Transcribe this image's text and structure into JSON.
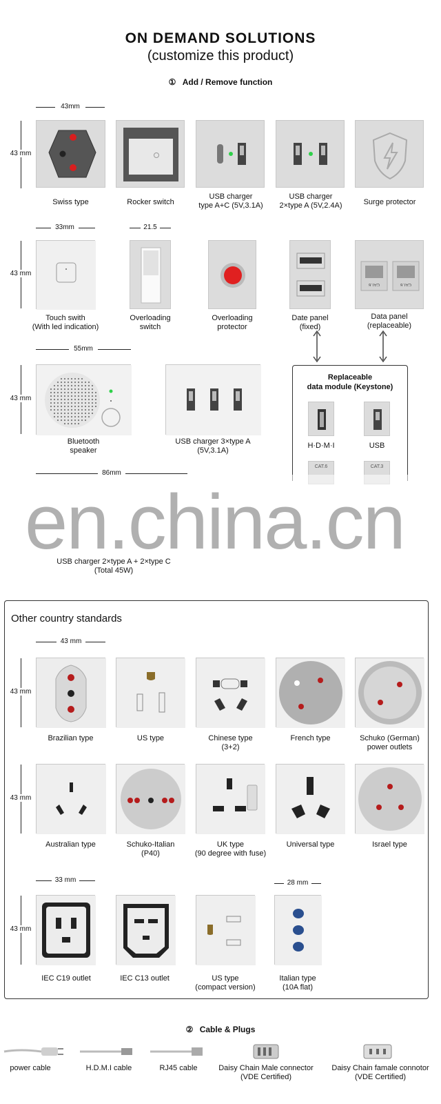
{
  "header": {
    "title": "ON DEMAND SOLUTIONS",
    "subtitle": "(customize this product)",
    "step1_num": "①",
    "step1_label": "Add / Remove function"
  },
  "dims": {
    "d43": "43mm",
    "d43v": "43 mm",
    "d33": "33mm",
    "d21": "21.5",
    "d55": "55mm",
    "d86": "86mm",
    "d43b": "43 mm",
    "d33b": "33 mm",
    "d28": "28 mm"
  },
  "functions": [
    {
      "label": "Swiss type"
    },
    {
      "label": "Rocker switch"
    },
    {
      "label": "USB charger\ntype A+C (5V,3.1A)"
    },
    {
      "label": "USB charger\n2×type A (5V,2.4A)"
    },
    {
      "label": "Surge protector"
    },
    {
      "label": "Touch swith\n(With led indication)"
    },
    {
      "label": "Overloading\nswitch"
    },
    {
      "label": "Overloading\nprotector"
    },
    {
      "label": "Date panel\n(fixed)"
    },
    {
      "label": "Data panel\n(replaceable)"
    },
    {
      "label": "Bluetooth\nspeaker"
    },
    {
      "label": "USB charger 3×type A\n(5V,3.1A)"
    },
    {
      "label": "USB charger 2×type A + 2×type C\n(Total 45W)"
    }
  ],
  "keystone": {
    "title": "Replaceable\ndata module (Keystone)",
    "hdmi": "H·D·M·I",
    "usb": "USB",
    "cat6": "CAT.6",
    "cat3": "CAT.3",
    "cat6_port": "CAT.6"
  },
  "watermark": "en.china.cn",
  "countries": {
    "title": "Other country standards",
    "items": [
      {
        "label": "Brazilian type"
      },
      {
        "label": "US type"
      },
      {
        "label": "Chinese type\n(3+2)"
      },
      {
        "label": "French type"
      },
      {
        "label": "Schuko (German)\npower outlets"
      },
      {
        "label": "Australian type"
      },
      {
        "label": "Schuko-Italian\n(P40)"
      },
      {
        "label": "UK type\n(90 degree with fuse)"
      },
      {
        "label": "Universal type"
      },
      {
        "label": "Israel type"
      },
      {
        "label": "IEC C19 outlet"
      },
      {
        "label": "IEC C13 outlet"
      },
      {
        "label": "US type\n(compact version)"
      },
      {
        "label": "Italian type\n(10A flat)"
      }
    ]
  },
  "cables": {
    "step_num": "②",
    "step_label": "Cable & Plugs",
    "items": [
      {
        "label": "power cable"
      },
      {
        "label": "H.D.M.I cable"
      },
      {
        "label": "RJ45 cable"
      },
      {
        "label": "Daisy Chain Male connector\n(VDE Certified)"
      },
      {
        "label": "Daisy Chain famale connotor\n(VDE Certified)"
      }
    ]
  },
  "colors": {
    "accent_red": "#d81e1e",
    "led_green": "#2fd14a",
    "tile": "#dcdcdc"
  }
}
